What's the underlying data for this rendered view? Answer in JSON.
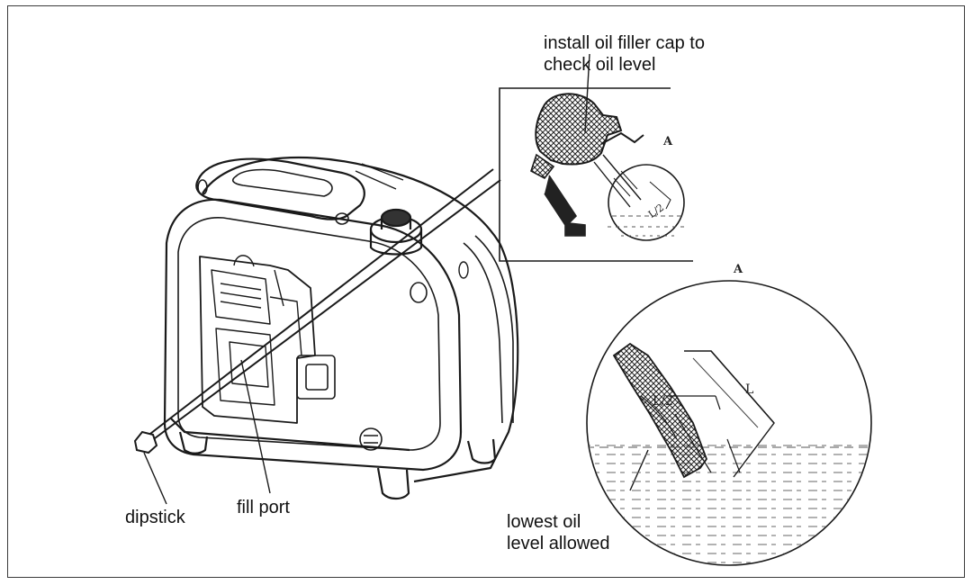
{
  "labels": {
    "cap_line1": "install oil filler cap to",
    "cap_line2": "check oil level",
    "dipstick": "dipstick",
    "fill_port": "fill port",
    "lowest_line1": "lowest oil",
    "lowest_line2": "level allowed"
  },
  "detail_markers": {
    "top": "A",
    "circle": "A"
  },
  "dimensions": {
    "small": "L/2",
    "large_half": "L/2",
    "large_full": "L"
  }
}
